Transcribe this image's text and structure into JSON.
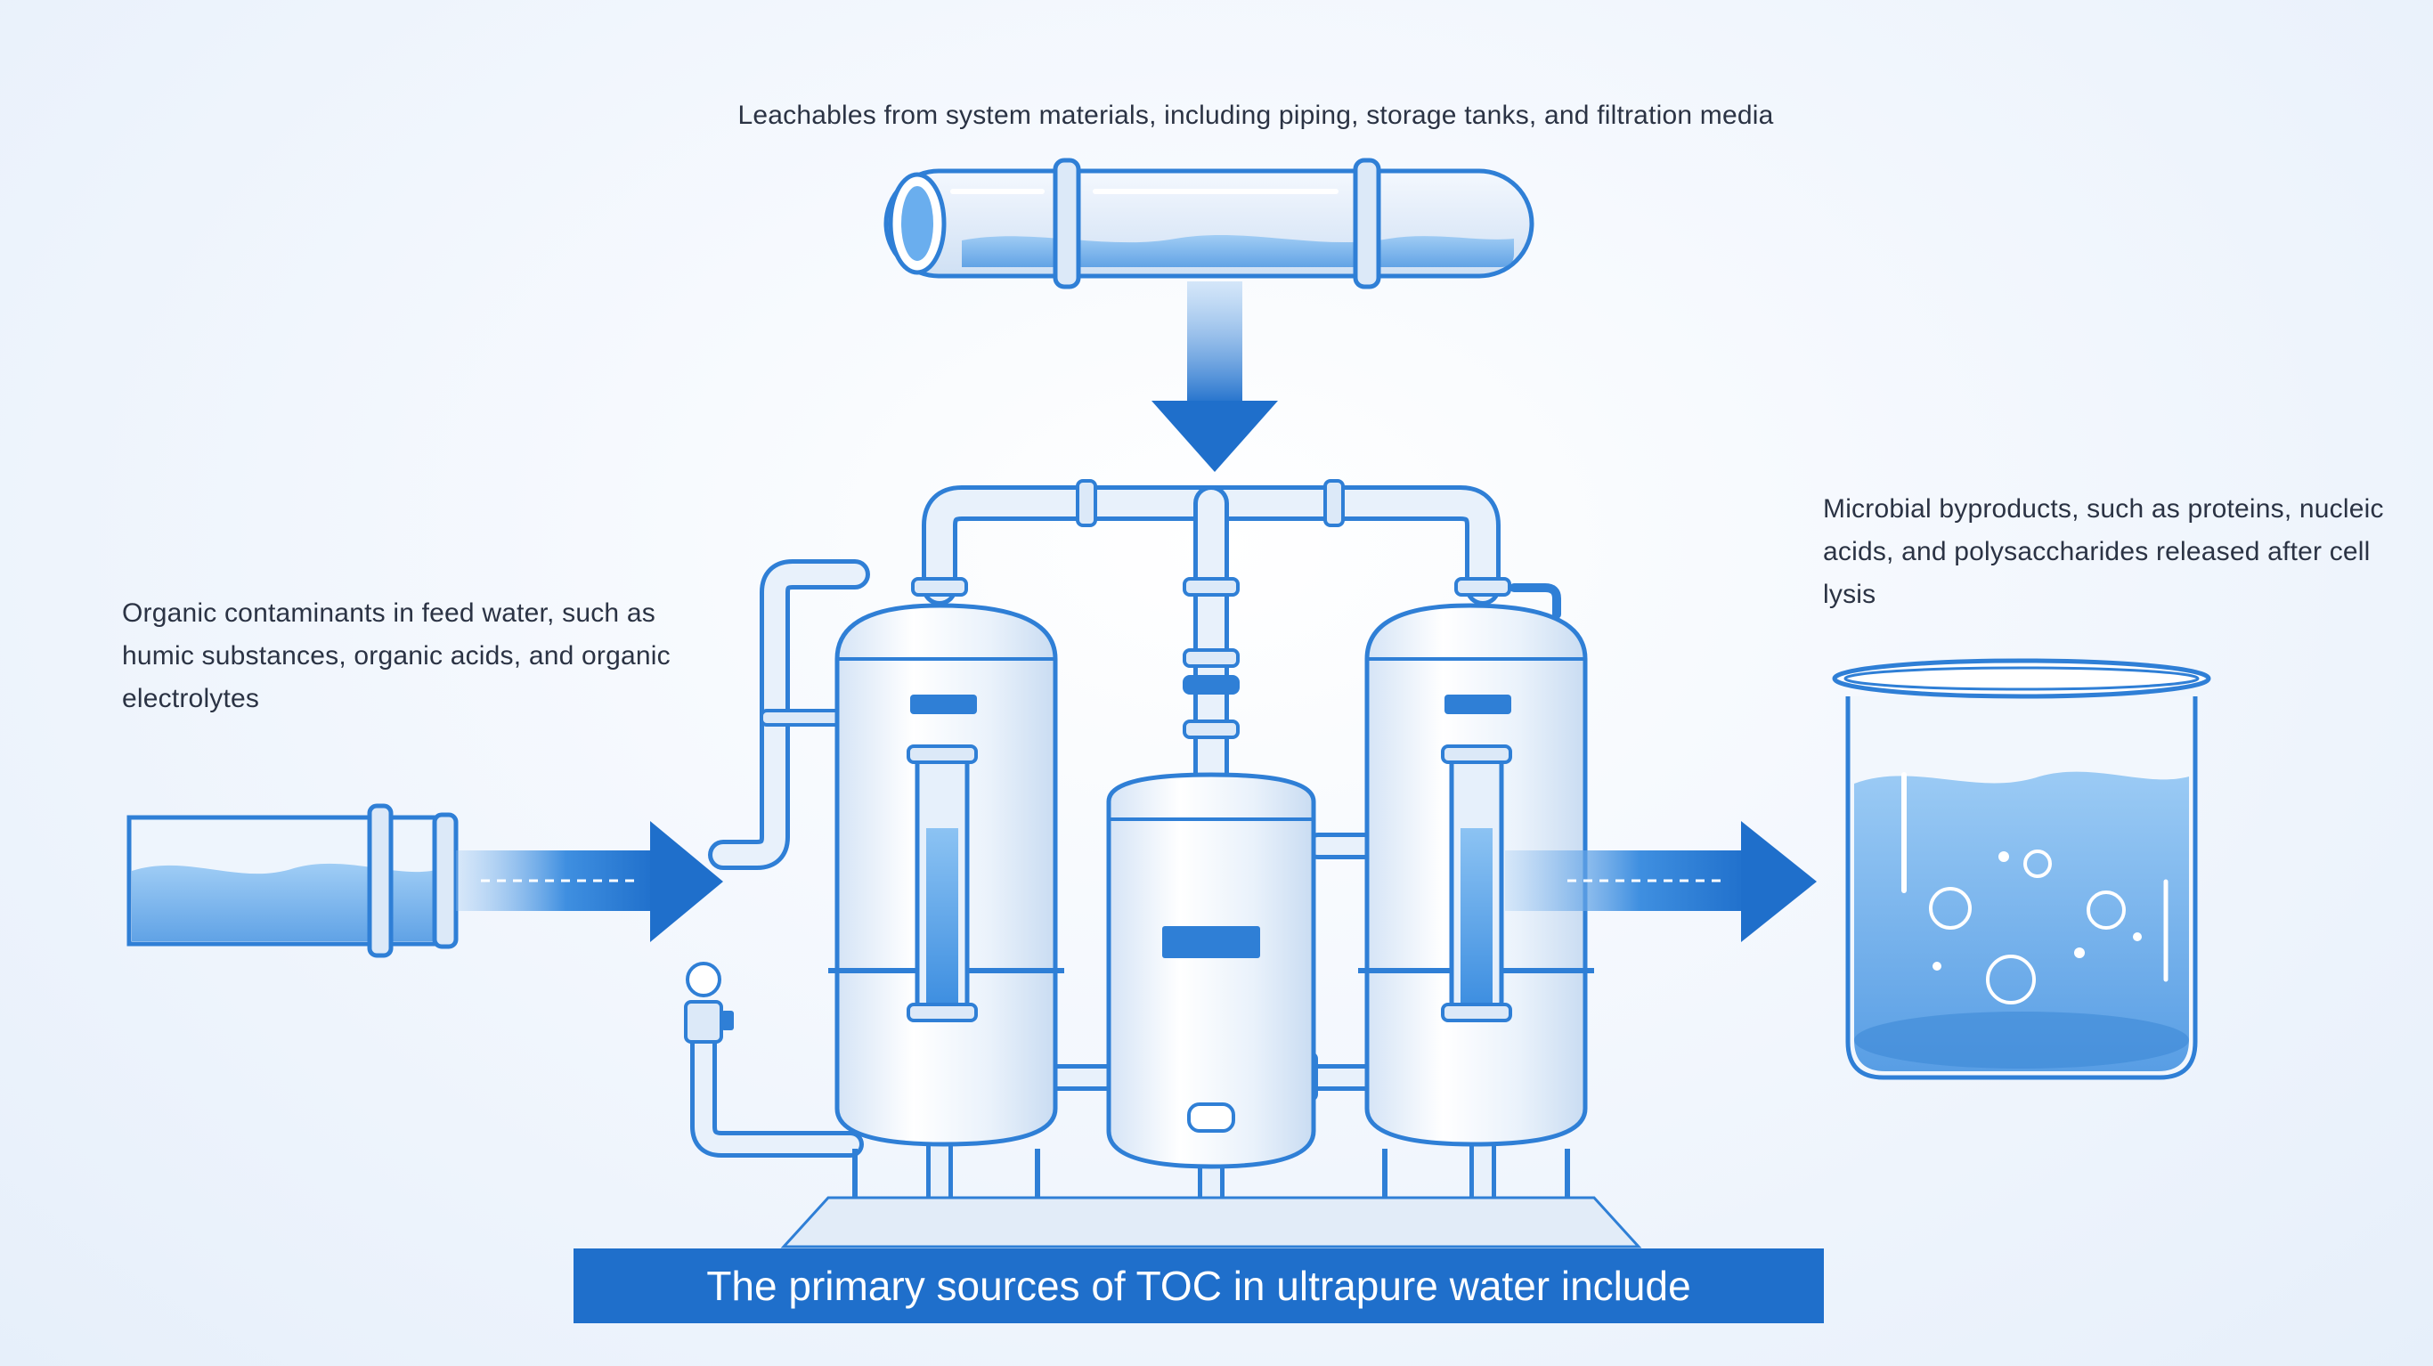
{
  "labels": {
    "top": "Leachables from system materials, including piping, storage tanks, and filtration media",
    "left": "Organic contaminants in feed water, such as humic substances, organic acids, and organic electrolytes",
    "right": "Microbial byproducts, such as proteins, nucleic acids, and polysaccharides released after cell lysis"
  },
  "caption": "The primary sources of TOC in ultrapure water include",
  "colors": {
    "accent": "#1f6fcb",
    "water": "#5ea6ea",
    "outline": "#2f7fd6",
    "steel": "#e8f0fa"
  }
}
